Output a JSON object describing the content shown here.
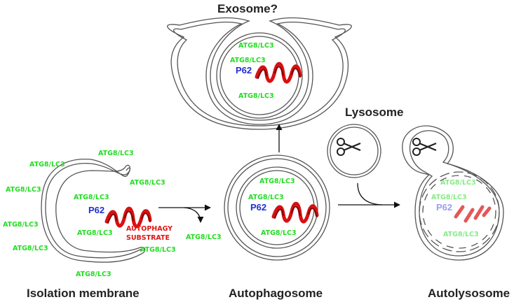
{
  "stages": {
    "exosome": "Exosome?",
    "lysosome": "Lysosome",
    "isolation_membrane": "Isolation membrane",
    "autophagosome": "Autophagosome",
    "autolysosome": "Autolysosome"
  },
  "markers": {
    "lc3": "ATG8/LC3",
    "p62": "P62",
    "substrate_line1": "AUTOPHAGY",
    "substrate_line2": "SUBSTRATE",
    "faded_lc3_a": "ATG8/LC3",
    "faded_lc3_b": "ATG8/LC3",
    "faded_lc3_c": "ATG8/LC3",
    "faded_p62": "P62"
  },
  "colors": {
    "lc3": "#22dd22",
    "p62": "#1f2fd6",
    "substrate": "#e01515",
    "membrane": "#555555"
  },
  "icons": [
    "scissors-icon",
    "protein-helix-icon"
  ]
}
